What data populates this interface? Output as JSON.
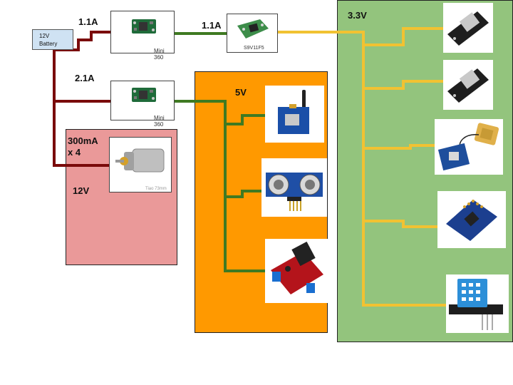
{
  "diagram": {
    "battery": {
      "label_line1": "12V",
      "label_line2": "Battery"
    },
    "regulators": [
      {
        "caption": "Mini 360",
        "current": "1.1A"
      },
      {
        "caption": "S9V11F5",
        "current": "1.1A"
      },
      {
        "caption": "Mini 360",
        "current": "2.1A"
      }
    ],
    "motor_zone": {
      "voltage": "12V",
      "current_line1": "300mA",
      "current_line2": "x 4",
      "motor_caption": "Tiao 73mm"
    },
    "zone_5v": {
      "voltage": "5V",
      "components": [
        "gsm-module",
        "ultrasonic-sensor",
        "motor-driver"
      ]
    },
    "zone_33v": {
      "voltage": "3.3V",
      "components": [
        "esp32-board",
        "esp32-board",
        "gps-module",
        "imu-module",
        "dht11-sensor"
      ]
    },
    "colors": {
      "wire_12v": "#7a0a0a",
      "wire_5v": "#3f7a22",
      "wire_33v": "#f1c232",
      "zone_12v": "#ea9999",
      "zone_5v": "#ff9900",
      "zone_33v": "#93c47d",
      "battery_fill": "#cfe2f3"
    }
  }
}
